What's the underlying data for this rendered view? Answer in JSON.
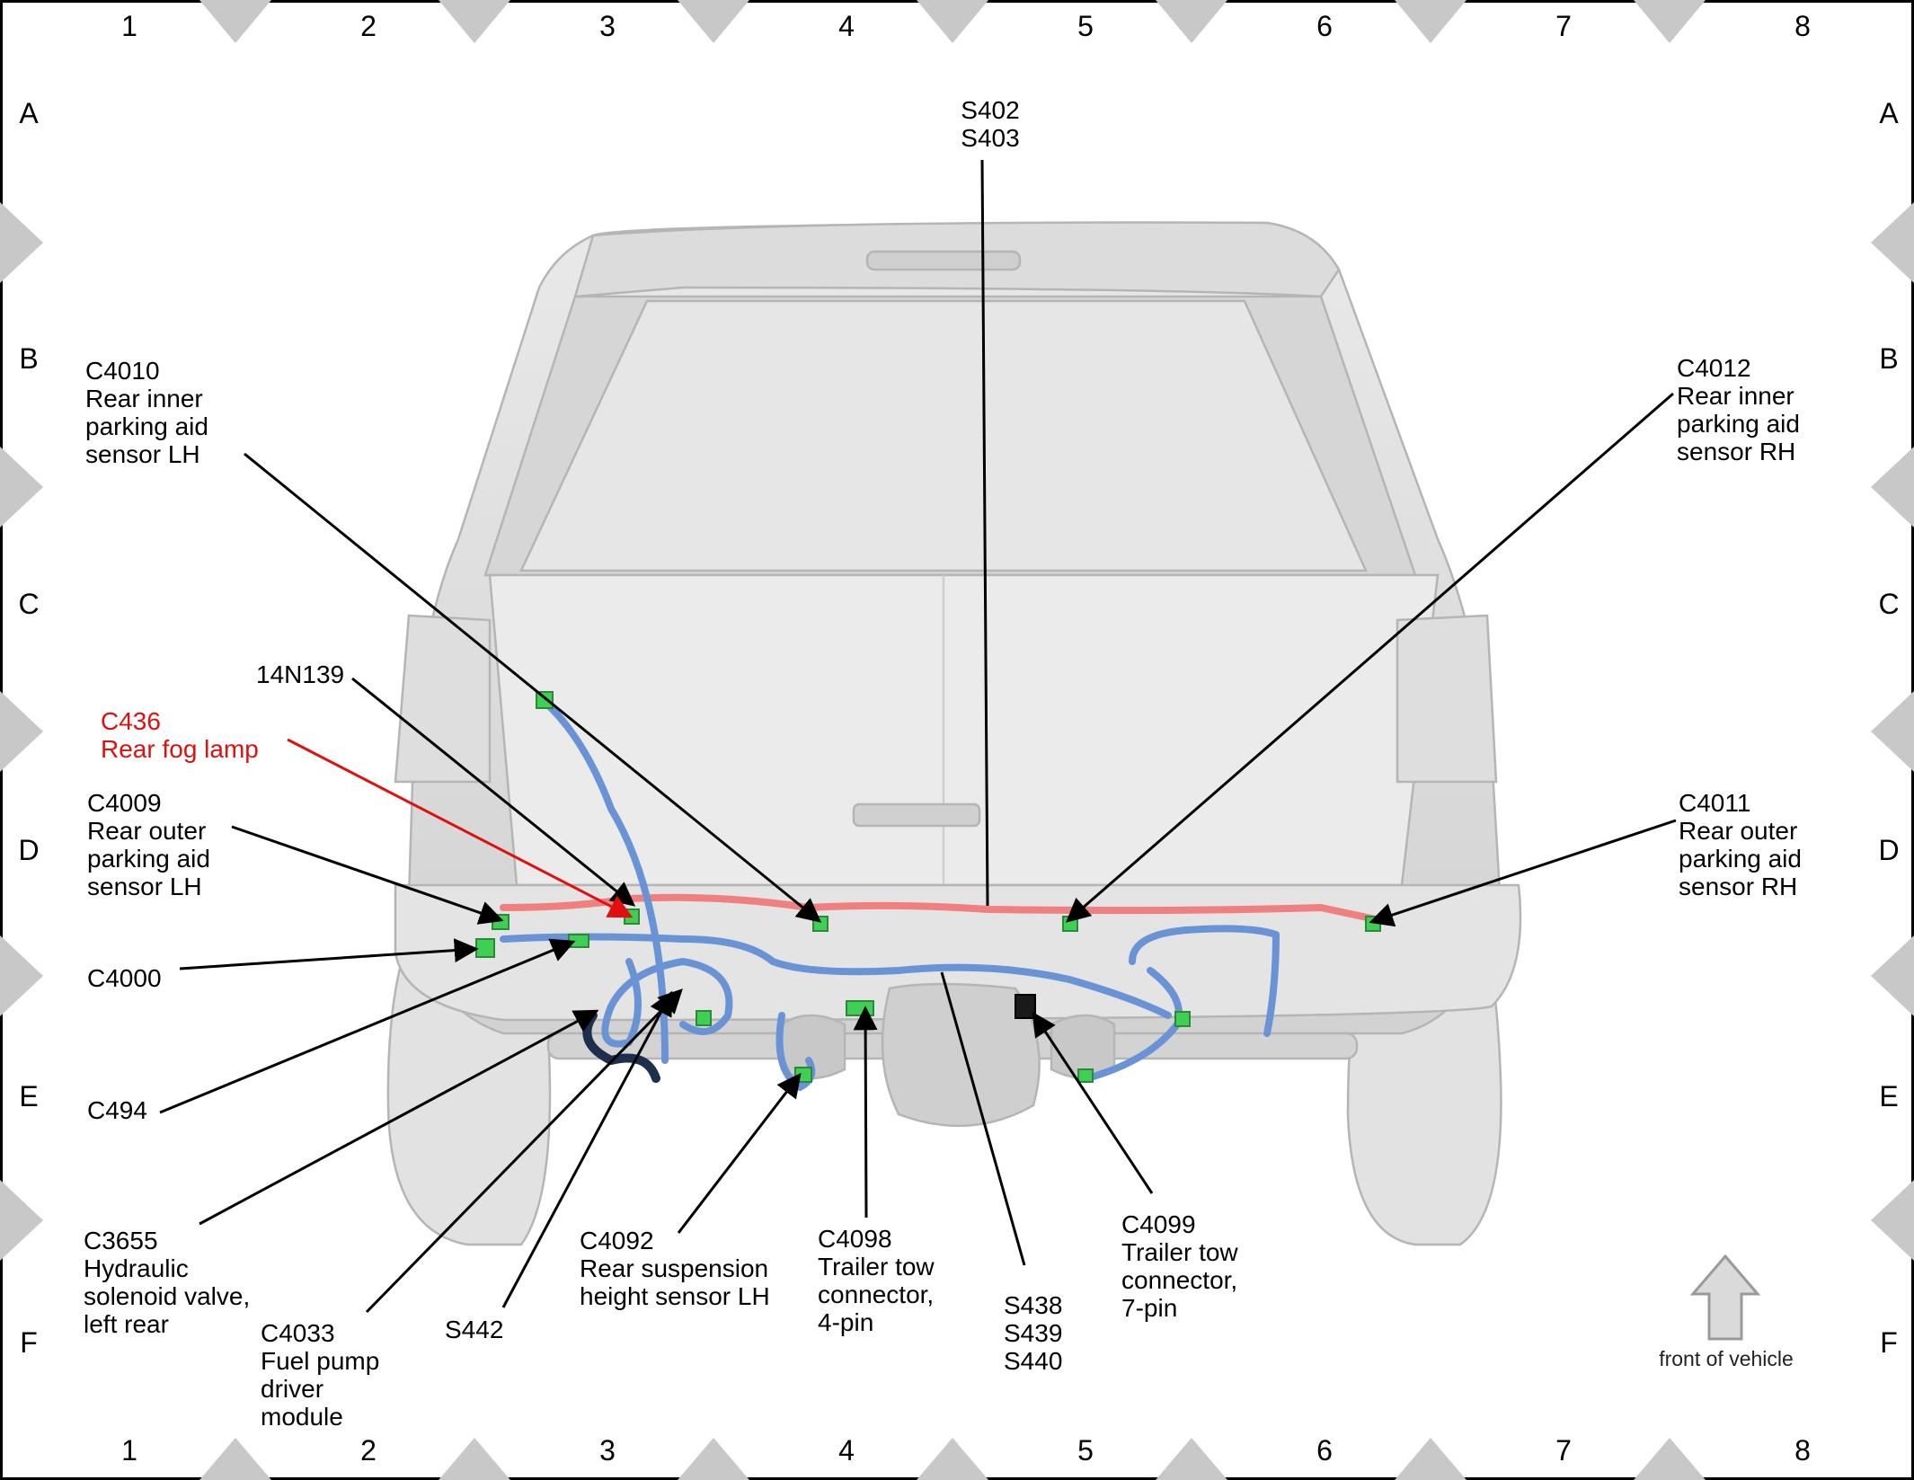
{
  "grid": {
    "columns": [
      "1",
      "2",
      "3",
      "4",
      "5",
      "6",
      "7",
      "8"
    ],
    "rows": [
      "A",
      "B",
      "C",
      "D",
      "E",
      "F"
    ]
  },
  "callouts": {
    "s402_403": [
      "S402",
      "S403"
    ],
    "c4010": [
      "C4010",
      "Rear inner",
      "parking aid",
      "sensor LH"
    ],
    "c4012": [
      "C4012",
      "Rear inner",
      "parking aid",
      "sensor RH"
    ],
    "n14n139": [
      "14N139"
    ],
    "c436": [
      "C436",
      "Rear fog lamp"
    ],
    "c4009": [
      "C4009",
      "Rear outer",
      "parking aid",
      "sensor LH"
    ],
    "c4011": [
      "C4011",
      "Rear outer",
      "parking aid",
      "sensor RH"
    ],
    "c4000": [
      "C4000"
    ],
    "c494": [
      "C494"
    ],
    "c3655": [
      "C3655",
      "Hydraulic",
      "solenoid valve,",
      "left rear"
    ],
    "c4033": [
      "C4033",
      "Fuel pump",
      "driver",
      "module"
    ],
    "s442": [
      "S442"
    ],
    "c4092": [
      "C4092",
      "Rear suspension",
      "height sensor LH"
    ],
    "c4098": [
      "C4098",
      "Trailer tow",
      "connector,",
      "4-pin"
    ],
    "s438_440": [
      "S438",
      "S439",
      "S440"
    ],
    "c4099": [
      "C4099",
      "Trailer tow",
      "connector,",
      "7-pin"
    ]
  },
  "orientation": {
    "label": "front of vehicle",
    "icon": "up-arrow-icon"
  },
  "colors": {
    "harness_blue": "#6a93d6",
    "harness_red": "#f08080",
    "connector_green": "#3fcf55",
    "callout_red": "#e01010"
  }
}
